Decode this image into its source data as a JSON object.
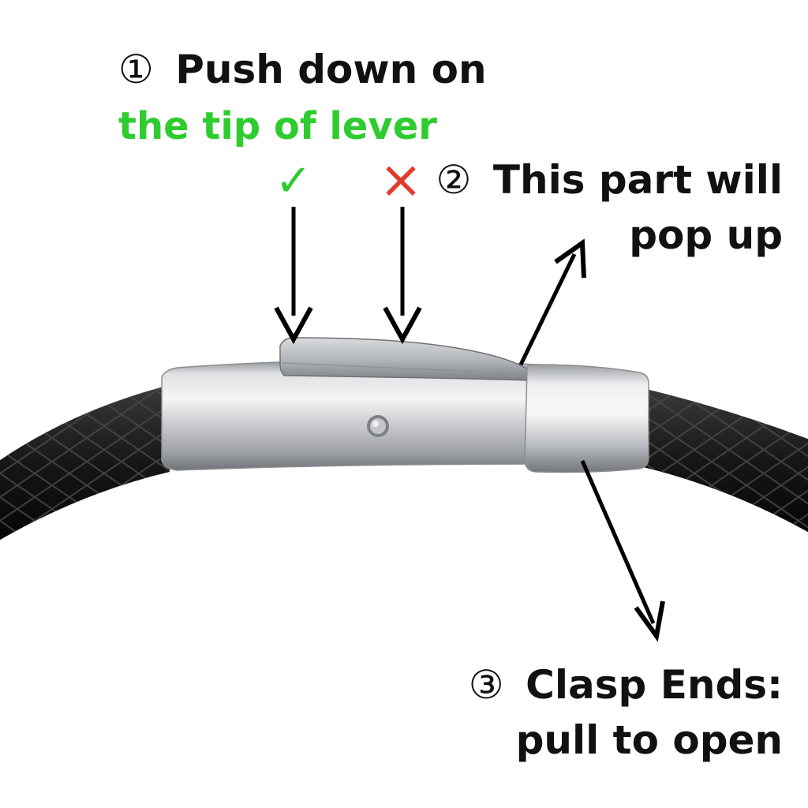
{
  "step1": {
    "number": "①",
    "line1": "Push down on",
    "line2": "the tip of lever",
    "correct_mark": "✓",
    "wrong_mark": "×"
  },
  "step2": {
    "number": "②",
    "line1": "This part will",
    "line2": "pop up"
  },
  "step3": {
    "number": "③",
    "line1": "Clasp Ends:",
    "line2": "pull to open"
  },
  "icons": [
    "check-icon",
    "cross-icon",
    "arrow-icon"
  ],
  "colors": {
    "text": "#111111",
    "highlight": "#2fcc2f",
    "correct": "#2fcc2f",
    "wrong": "#e23b2b",
    "arrow": "#000000",
    "metal": "#c9cbce",
    "leather": "#1b1b1b"
  }
}
